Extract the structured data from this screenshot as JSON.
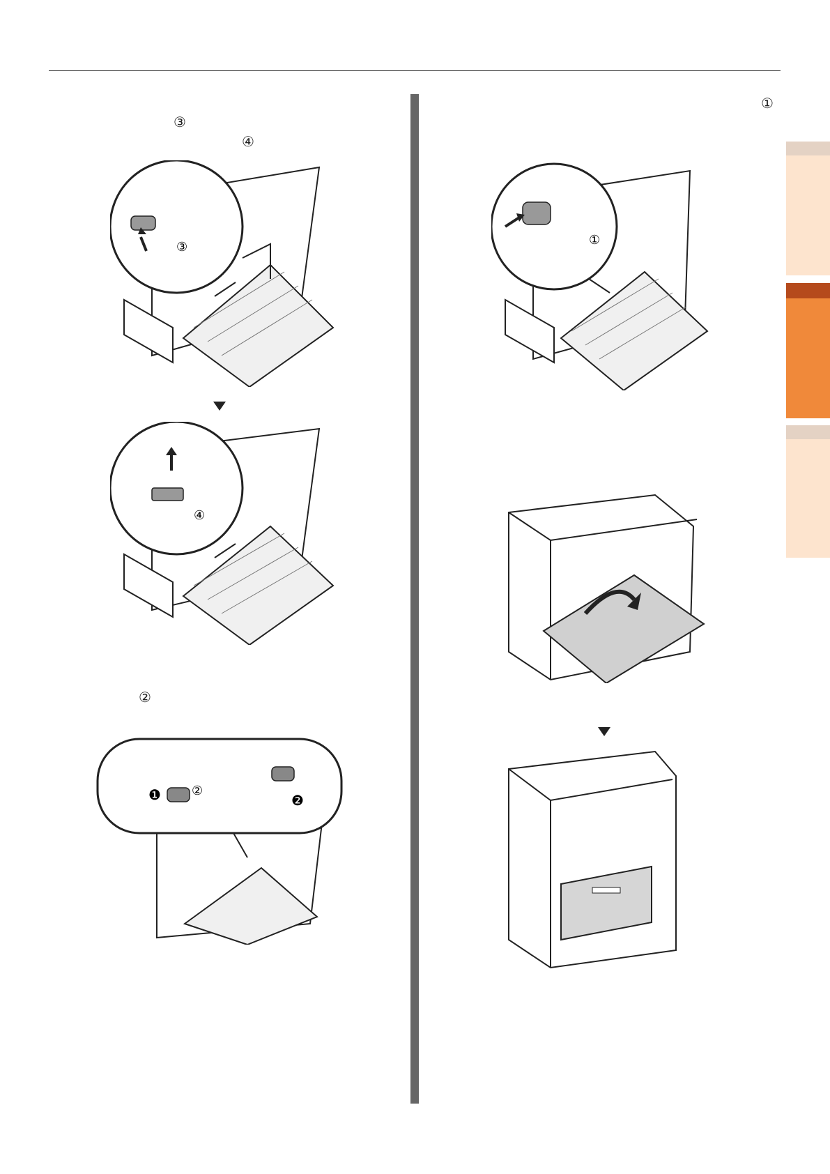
{
  "markers": {
    "step_left_top_a": "③",
    "step_left_top_b": "④",
    "step_left_bottom": "②",
    "step_right_top": "①"
  },
  "figures": {
    "fig1": {
      "callout": "③"
    },
    "fig2": {
      "callout": "④"
    },
    "fig3": {
      "callout_main": "②",
      "step1": "❶",
      "step2": "❷"
    },
    "fig4": {
      "callout": "①"
    }
  },
  "side_tabs": {
    "colors": [
      "#fde4ce",
      "#f0893a",
      "#fde4ce"
    ],
    "active_index": 1
  },
  "icons": {
    "arrow_down": "down-triangle-icon"
  }
}
